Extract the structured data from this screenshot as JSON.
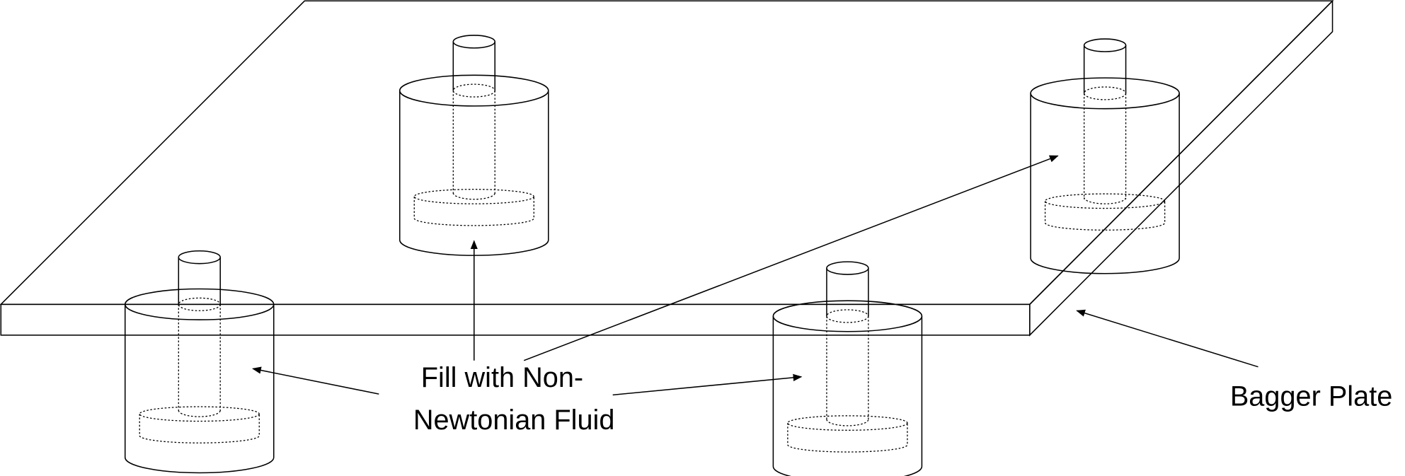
{
  "labels": {
    "fluid_line1": "Fill with Non-",
    "fluid_line2": "Newtonian Fluid",
    "plate": "Bagger Plate"
  },
  "colors": {
    "line": "#000000",
    "background": "#ffffff"
  }
}
